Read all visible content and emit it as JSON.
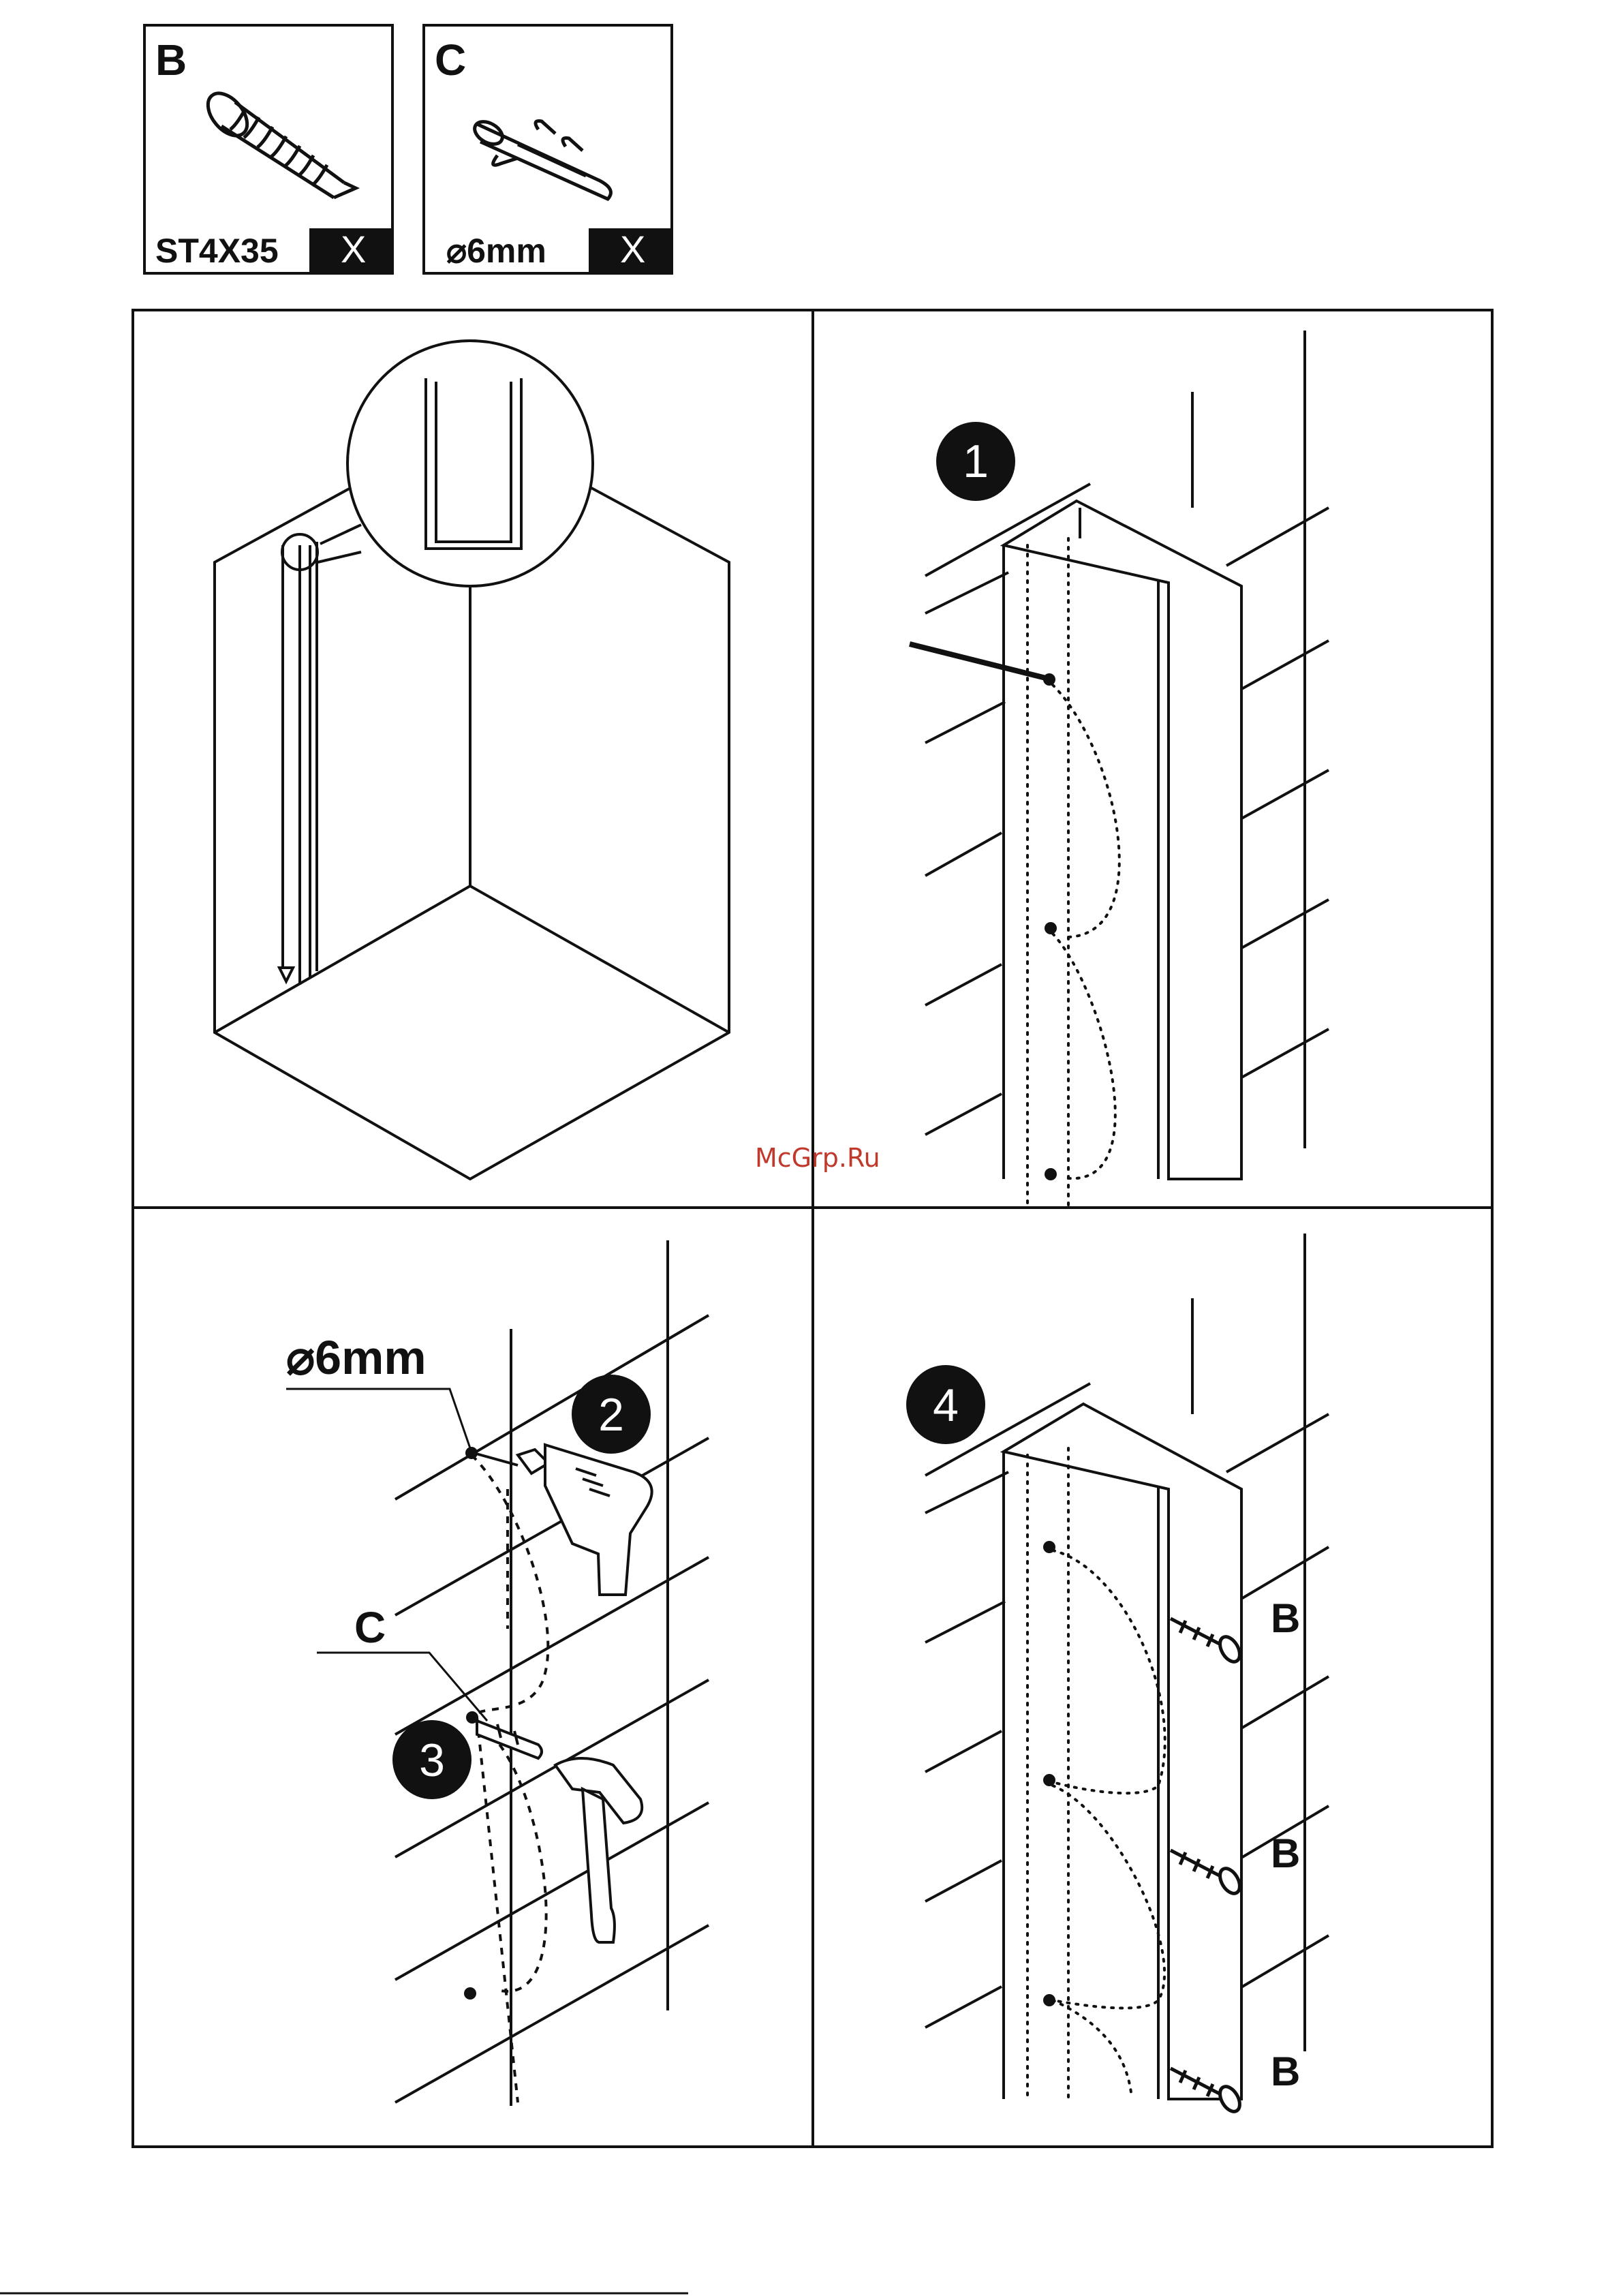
{
  "parts": [
    {
      "letter": "B",
      "spec": "ST4X35",
      "qty_symbol": "X",
      "icon": "screw-icon"
    },
    {
      "letter": "C",
      "spec": "⌀6mm",
      "qty_symbol": "X",
      "icon": "wall-plug-icon"
    }
  ],
  "steps": [
    {
      "number": "1"
    },
    {
      "number": "2"
    },
    {
      "number": "3"
    },
    {
      "number": "4"
    }
  ],
  "panel3": {
    "drill_label": "⌀6mm",
    "part_label": "C"
  },
  "panel4": {
    "screw_labels": [
      "B",
      "B",
      "B"
    ]
  },
  "watermark": "McGrp.Ru"
}
